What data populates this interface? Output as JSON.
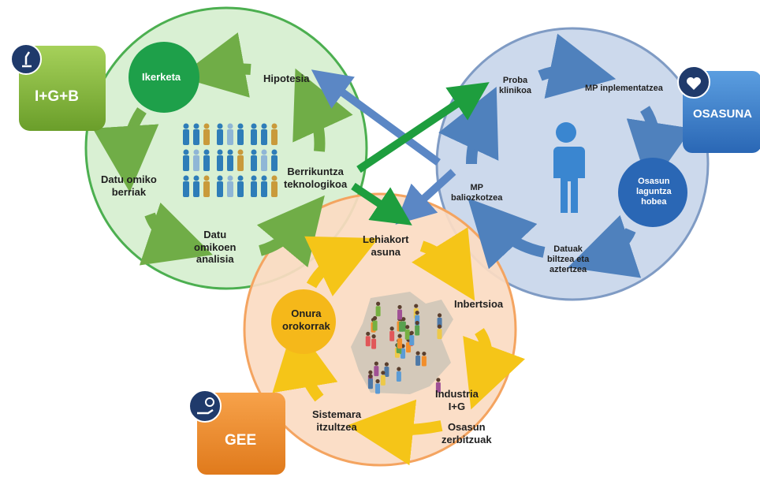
{
  "research_cycle": {
    "badge": "I+G+B",
    "badge_icon": "microscope-icon",
    "color": "#d9f0d3",
    "steps": {
      "ikerketa": "Ikerketa",
      "hipotesia": "Hipotesia",
      "datu_omiko_berriak_1": "Datu omiko",
      "datu_omiko_berriak_2": "berriak",
      "analisia_1": "Datu",
      "analisia_2": "omikoen",
      "analisia_3": "analisia",
      "berrikuntza_1": "Berrikuntza",
      "berrikuntza_2": "teknologikoa"
    }
  },
  "health_cycle": {
    "badge": "OSASUNA",
    "badge_icon": "heart-shield-icon",
    "color": "#ccd9ec",
    "steps": {
      "proba_1": "Proba",
      "proba_2": "klinikoa",
      "mp_impl": "MP inplementatzea",
      "osasun_1": "Osasun",
      "osasun_2": "laguntza",
      "osasun_3": "hobea",
      "datuak_1": "Datuak",
      "datuak_2": "biltzea eta",
      "datuak_3": "aztertzea",
      "mp_bal_1": "MP",
      "mp_bal_2": "baliozkotzea"
    }
  },
  "economy_cycle": {
    "badge": "GEE",
    "badge_icon": "hand-gears-icon",
    "color": "#fbdcc3",
    "steps": {
      "lehia_1": "Lehiakort",
      "lehia_2": "asuna",
      "inbertsioa": "Inbertsioa",
      "industria_1": "Industria",
      "industria_2": "I+G",
      "zerb_1": "Osasun",
      "zerb_2": "zerbitzuak",
      "sistemara_1": "Sistemara",
      "sistemara_2": "itzultzea",
      "onura_1": "Onura",
      "onura_2": "orokorrak"
    }
  },
  "colors": {
    "green_ring": "#4caf50",
    "green_arrow": "#70ad47",
    "dark_green": "#1e9e3e",
    "blue_arrow": "#4f81bd",
    "yellow_arrow": "#f5c518",
    "orange_ring": "#f4a460",
    "blue_ring": "#7f9bc4"
  },
  "icons": {
    "center_people": "people-group-icon",
    "patient": "person-icon",
    "crowd": "crowd-map-icon"
  }
}
